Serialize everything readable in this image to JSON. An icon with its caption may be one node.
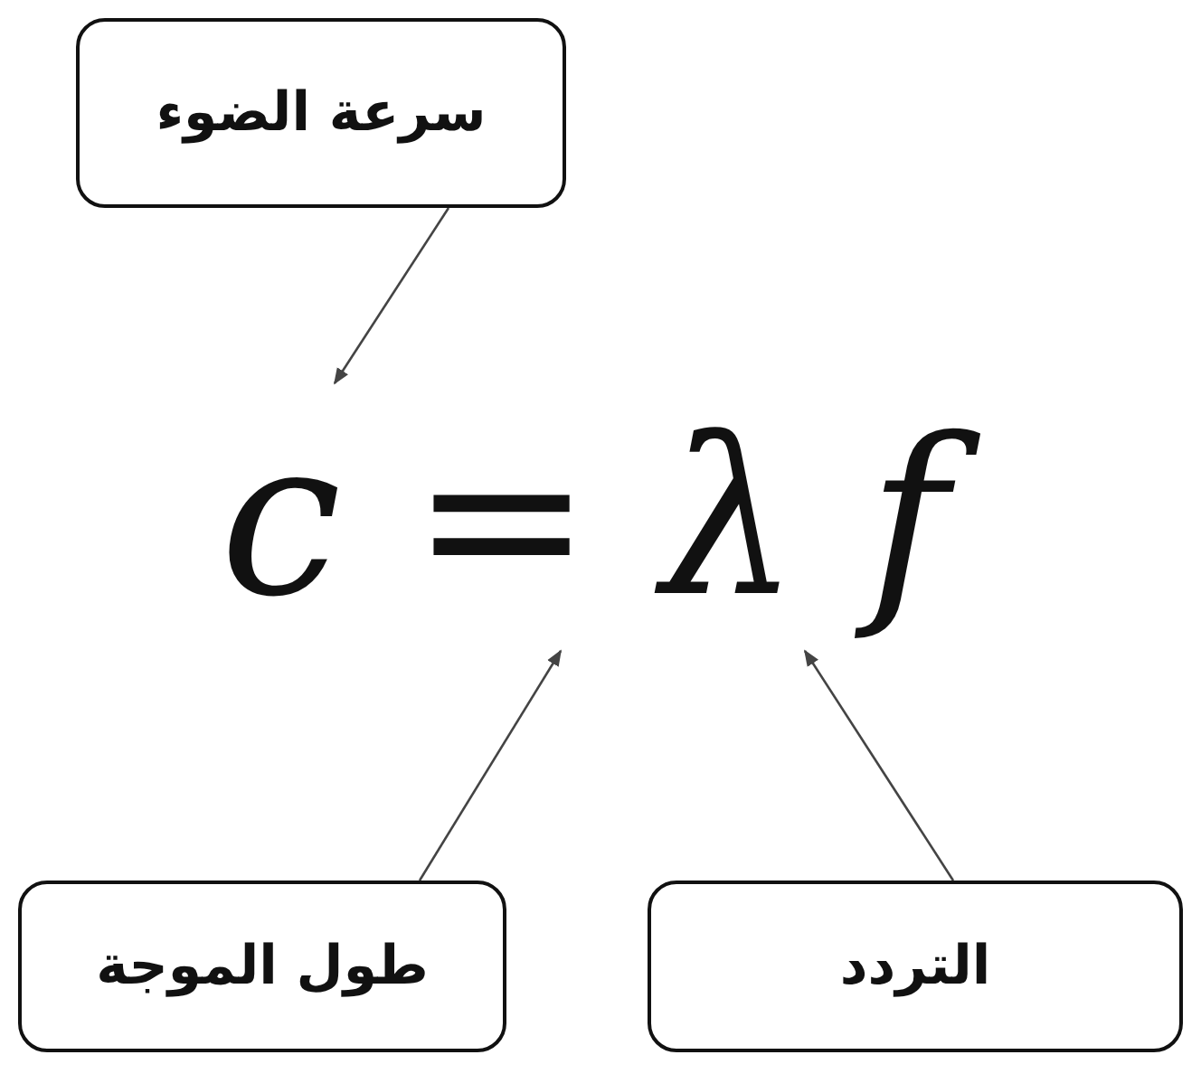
{
  "diagram": {
    "nodes": [
      {
        "text": [
          "سرعة الضوء"
        ]
      },
      {
        "text": [
          "طول الموجة"
        ]
      },
      {
        "text": [
          "التردد"
        ]
      },
      {
        "text": [
          "c = λ f"
        ]
      }
    ],
    "edges": [
      {
        "from": 0,
        "to": 3,
        "arrow": "to"
      },
      {
        "from": 1,
        "to": 3,
        "arrow": "to"
      },
      {
        "from": 2,
        "to": 3,
        "arrow": "to"
      }
    ]
  }
}
